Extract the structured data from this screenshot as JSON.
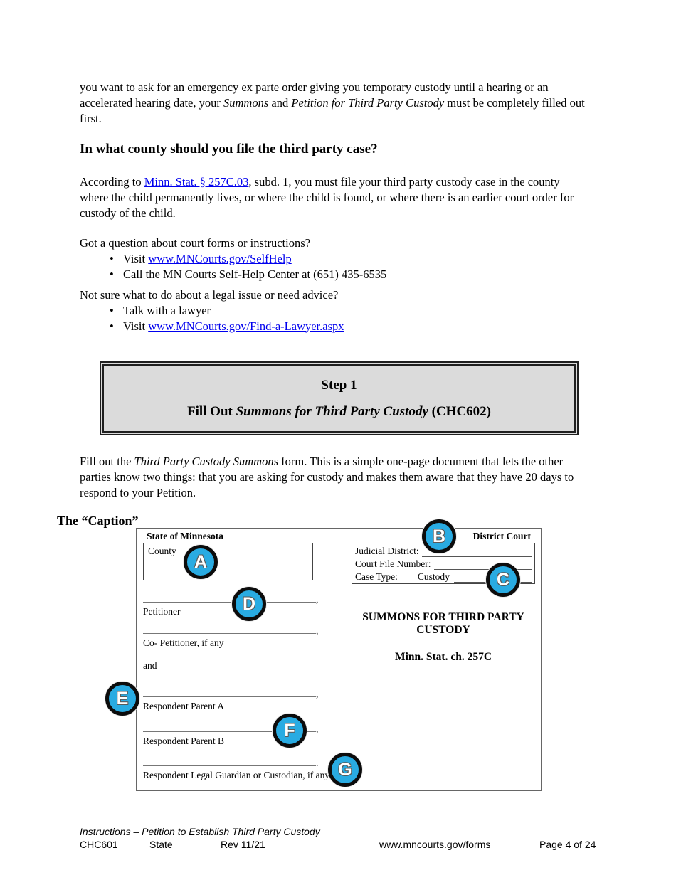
{
  "colors": {
    "link": "#0000EE",
    "marker_fill": "#29ABE2",
    "step_box_bg": "#DBDBDB"
  },
  "bullet_glyph": "•",
  "intro": {
    "s0": "you want to ask for an emergency ex parte order giving you temporary custody until a hearing or an accelerated hearing date, your ",
    "s1": "Summons",
    "s2": " and ",
    "s3": "Petition for Third Party Custody",
    "s4": " must be completely filled out first."
  },
  "county_section": {
    "heading": "In what county should you file the third party case?",
    "s0": "According to ",
    "link_text": "Minn. Stat. § 257C.03",
    "s2": ", subd. 1, you must file your third party custody case in the county where the child permanently lives, or where the child is found, or where there is an earlier court order for custody of the child."
  },
  "help": {
    "question1": "Got a question about court forms or instructions?",
    "b1_prefix": "Visit ",
    "b1_link": "www.MNCourts.gov/SelfHelp",
    "b2": "Call the MN Courts Self-Help Center at (651) 435-6535",
    "question2": "Not sure what to do about a legal issue or need advice?",
    "b3": "Talk with a lawyer",
    "b4_prefix": "Visit ",
    "b4_link": "www.MNCourts.gov/Find-a-Lawyer.aspx"
  },
  "step1": {
    "title": "Step 1",
    "fill_out": "Fill Out ",
    "form_name": "Summons for Third Party Custody",
    "code": " (CHC602)"
  },
  "summons_para": {
    "s0": "Fill out the ",
    "s1": "Third Party Custody Summons",
    "s2": " form.  This is a simple one-page document that lets the other parties know two things:  that you are asking for custody and makes them aware that they have 20 days to respond to your Petition."
  },
  "caption_heading": "The “Caption”",
  "form": {
    "state_label": "State of Minnesota",
    "district_court_label": "District Court",
    "county_label": "County",
    "judicial_district_label": "Judicial District:",
    "court_file_number_label": "Court File Number:",
    "case_type_label": "Case Type:",
    "case_type_value": "Custody",
    "petitioner_label": "Petitioner",
    "petitioner_punct": ",",
    "co_petitioner_label": "Co- Petitioner, if any",
    "co_petitioner_punct": ",",
    "and_label": "and",
    "respondent_parent_a_label": "Respondent Parent A",
    "respondent_parent_a_punct": ",",
    "respondent_parent_b_label": "Respondent Parent B",
    "respondent_parent_b_punct": ",",
    "respondent_guardian_label": "Respondent  Legal Guardian or Custodian, if any",
    "respondent_guardian_punct": ".",
    "title": "SUMMONS FOR THIRD PARTY CUSTODY",
    "statute": "Minn. Stat. ch. 257C"
  },
  "markers": {
    "a": "A",
    "b": "B",
    "c": "C",
    "d": "D",
    "e": "E",
    "f": "F",
    "g": "G"
  },
  "footer": {
    "line1": "Instructions – Petition to Establish Third Party Custody",
    "form_number": "CHC601",
    "state": "State",
    "rev": "Rev 11/21",
    "url": "www.mncourts.gov/forms",
    "page": "Page 4 of 24"
  }
}
